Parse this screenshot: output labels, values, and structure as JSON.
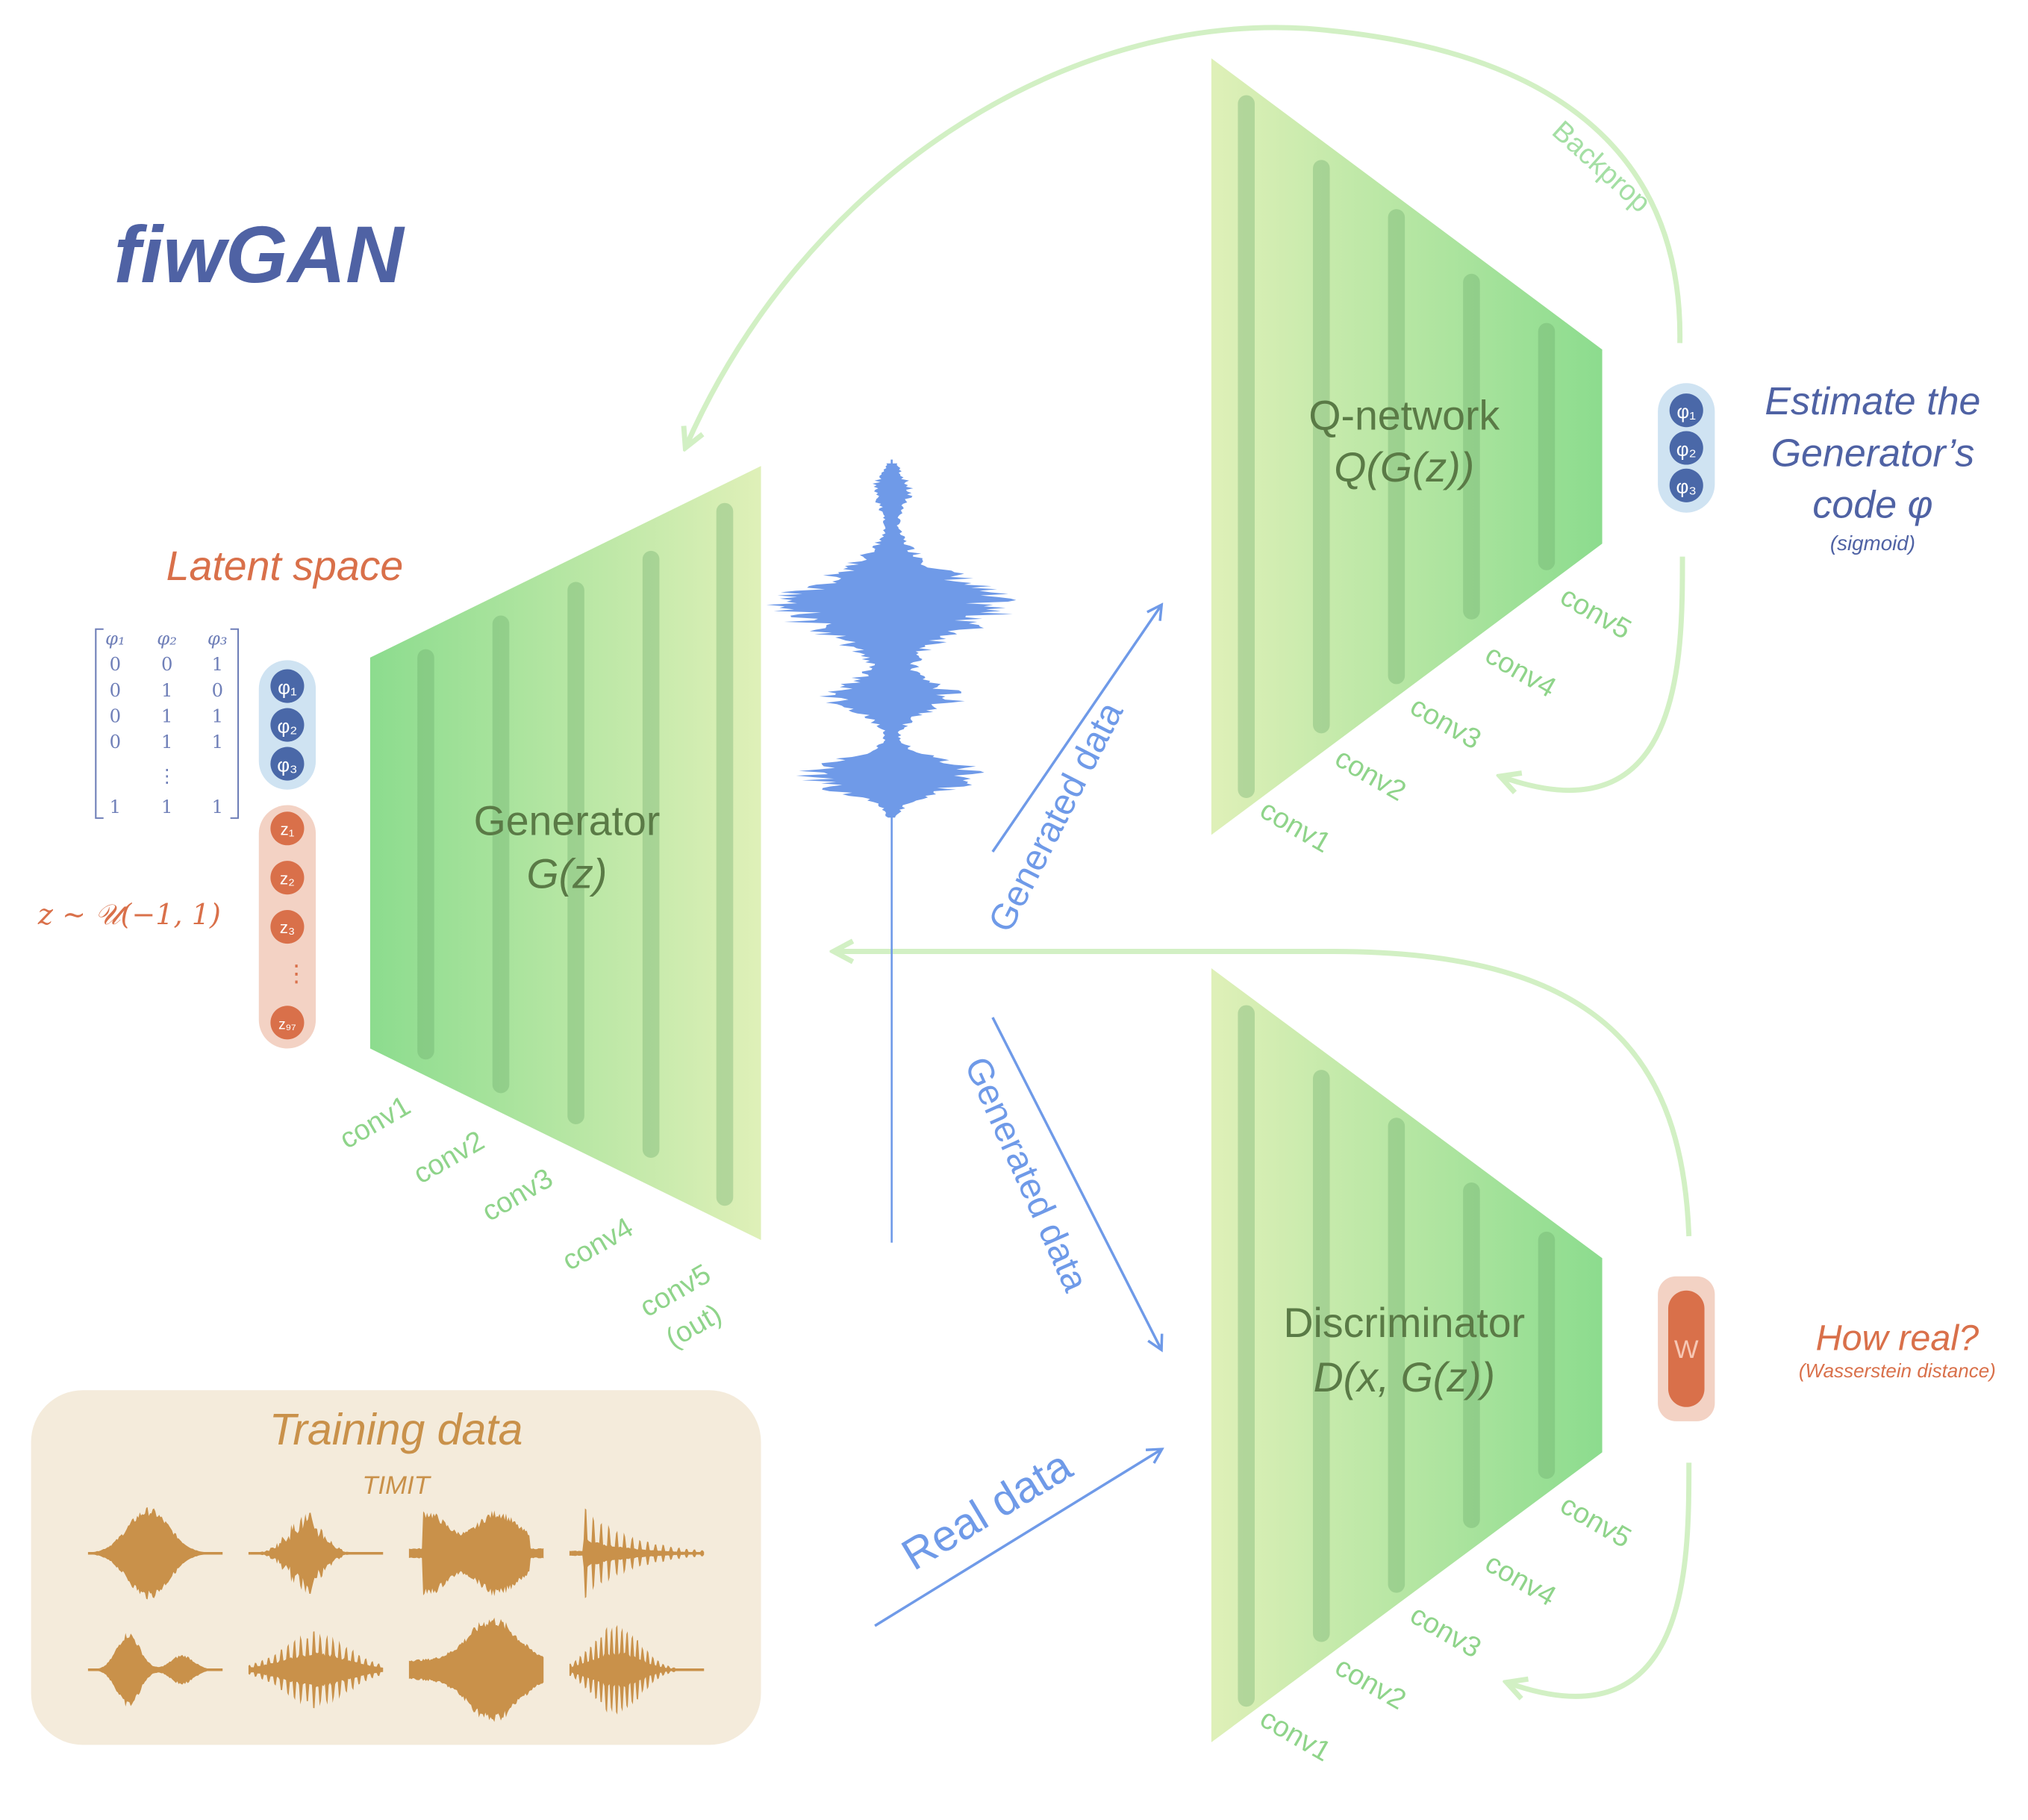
{
  "title": "fiwGAN",
  "latent": {
    "title": "Latent space",
    "matrix_headers": [
      "φ₁",
      "φ₂",
      "φ₃"
    ],
    "matrix_rows": [
      [
        "0",
        "0",
        "1"
      ],
      [
        "0",
        "1",
        "0"
      ],
      [
        "0",
        "1",
        "1"
      ],
      [
        "0",
        "1",
        "1"
      ]
    ],
    "matrix_vdots": "⋮",
    "matrix_last_row": [
      "1",
      "1",
      "1"
    ],
    "phi_nodes": [
      "φ₁",
      "φ₂",
      "φ₃"
    ],
    "z_nodes": [
      "z₁",
      "z₂",
      "z₃",
      "z₉₇"
    ],
    "z_dots": "⋮",
    "z_dist": "z ∼ 𝒰(−1, 1)"
  },
  "generator": {
    "name": "Generator",
    "formula": "G(z)",
    "layers": [
      "conv1",
      "conv2",
      "conv3",
      "conv4",
      "conv5",
      "(out)"
    ]
  },
  "qnetwork": {
    "name": "Q-network",
    "formula": "Q(G(z))",
    "layers": [
      "conv1",
      "conv2",
      "conv3",
      "conv4",
      "conv5"
    ],
    "outputs": [
      "φ₁",
      "φ₂",
      "φ₃"
    ]
  },
  "estimate": {
    "line1": "Estimate the",
    "line2": "Generator’s",
    "line3": "code φ",
    "note": "(sigmoid)"
  },
  "discriminator": {
    "name": "Discriminator",
    "formula": "D(x, G(z))",
    "layers": [
      "conv1",
      "conv2",
      "conv3",
      "conv4",
      "conv5"
    ],
    "output": "W"
  },
  "how_real": {
    "label": "How real?",
    "note": "(Wasserstein distance)"
  },
  "arrows": {
    "backprop": "Backprop",
    "generated_data_q": "Generated data",
    "generated_data_d": "Generated data",
    "real_data": "Real data"
  },
  "training": {
    "title": "Training data",
    "subtitle": "TIMIT"
  },
  "colors": {
    "title_blue": "#4f62a4",
    "latent_orange": "#d9704a",
    "layer_green": "#6bc87a",
    "arrow_blue": "#6f9ae8",
    "training_tan": "#c9914a",
    "training_bg": "#f4ebdb"
  }
}
